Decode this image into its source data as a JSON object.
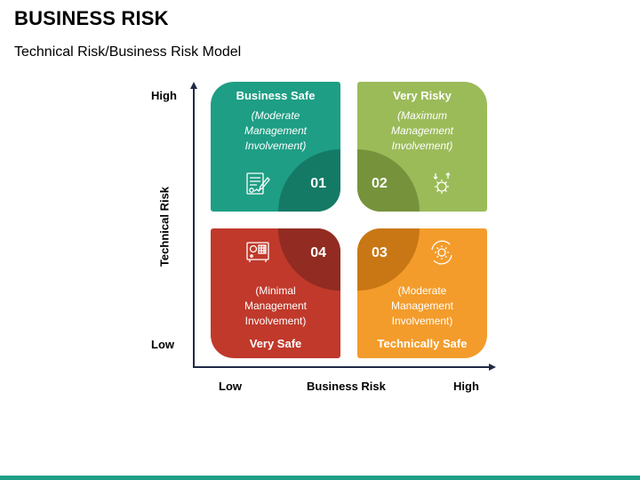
{
  "header": {
    "title": "BUSINESS RISK",
    "subtitle": "Technical Risk/Business Risk Model"
  },
  "axes": {
    "y_label": "Technical Risk",
    "y_high": "High",
    "y_low": "Low",
    "x_label": "Business Risk",
    "x_low": "Low",
    "x_high": "High"
  },
  "quadrants": [
    {
      "number": "01",
      "title": "Business Safe",
      "description_lines": [
        "(Moderate",
        "Management",
        "Involvement)"
      ],
      "icon": "contract-signature-icon",
      "color": "#1E9E85",
      "corner_color": "#147A66"
    },
    {
      "number": "02",
      "title": "Very Risky",
      "description_lines": [
        "(Maximum",
        "Management",
        "Involvement)"
      ],
      "icon": "gear-process-icon",
      "color": "#9BBB59",
      "corner_color": "#76933C"
    },
    {
      "number": "03",
      "title": "Technically Safe",
      "description_lines": [
        "(Moderate",
        "Management",
        "Involvement)"
      ],
      "icon": "gear-cycle-icon",
      "color": "#F39C2B",
      "corner_color": "#C97714"
    },
    {
      "number": "04",
      "title": "Very Safe",
      "description_lines": [
        "(Minimal",
        "Management",
        "Involvement)"
      ],
      "icon": "safe-vault-icon",
      "color": "#C0392B",
      "corner_color": "#922B21"
    }
  ],
  "colors": {
    "bottom_bar": "#1E9E85",
    "axis": "#1F2A44"
  }
}
